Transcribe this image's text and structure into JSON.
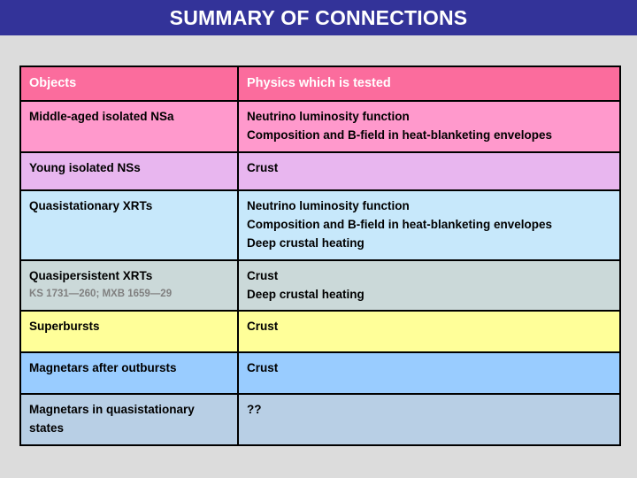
{
  "slide": {
    "title": "SUMMARY OF CONNECTIONS",
    "background_color": "#dcdcdc",
    "banner_color": "#333399",
    "title_color": "#ffffff"
  },
  "table": {
    "headers": {
      "col1": "Objects",
      "col2": "Physics which is tested"
    },
    "header_bg": "#fb6c9d",
    "rows": [
      {
        "object": "Middle-aged isolated NSa",
        "object_sub": "",
        "physics_lines": [
          "Neutrino luminosity function",
          "Composition and B-field in heat-blanketing envelopes"
        ],
        "row_color": "#ff99cc"
      },
      {
        "object": "Young isolated NSs",
        "object_sub": "",
        "physics_lines": [
          "Crust"
        ],
        "row_color": "#e8b6ef"
      },
      {
        "object": "Quasistationary XRTs",
        "object_sub": "",
        "physics_lines": [
          "Neutrino luminosity function",
          "Composition and B-field in heat-blanketing envelopes",
          "Deep crustal heating"
        ],
        "row_color": "#c7e8fb"
      },
      {
        "object": "Quasipersistent XRTs",
        "object_sub": "KS 1731—260; MXB 1659—29",
        "physics_lines": [
          "Crust",
          "Deep crustal heating"
        ],
        "row_color": "#cbd9d9"
      },
      {
        "object": "Superbursts",
        "object_sub": "",
        "physics_lines": [
          "Crust"
        ],
        "row_color": "#ffff99"
      },
      {
        "object": "Magnetars after outbursts",
        "object_sub": "",
        "physics_lines": [
          "Crust"
        ],
        "row_color": "#99ccff"
      },
      {
        "object": "Magnetars in quasistationary states",
        "object_sub": "",
        "physics_lines": [
          "??"
        ],
        "row_color": "#b8cfe5"
      }
    ]
  }
}
